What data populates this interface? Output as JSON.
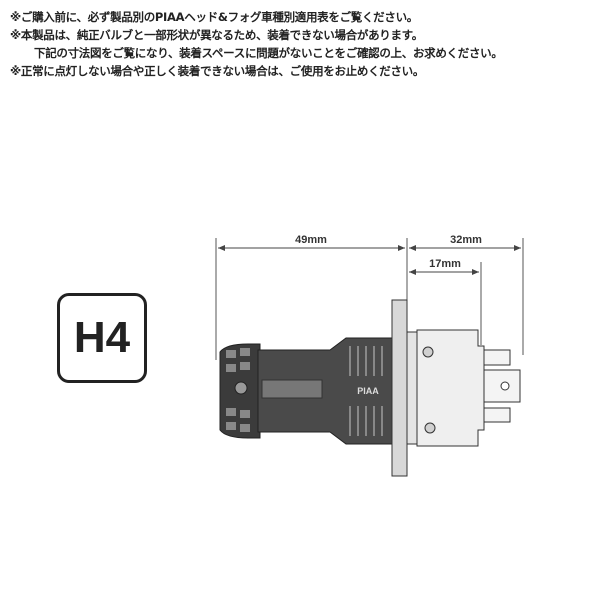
{
  "notes": [
    "※ご購入前に、必ず製品別のPIAAヘッド&フォグ車種別適用表をご覧ください。",
    "※本製品は、純正バルブと一部形状が異なるため、装着できない場合があります。",
    "下記の寸法図をご覧になり、装着スペースに問題がないことをご確認の上、お求めください。",
    "※正常に点灯しない場合や正しく装着できない場合は、ご使用をお止めください。"
  ],
  "bulb_type": "H4",
  "dimensions": {
    "total_front": "49mm",
    "rear": "32mm",
    "base": "17mm"
  },
  "brand_mark": "PIAA"
}
